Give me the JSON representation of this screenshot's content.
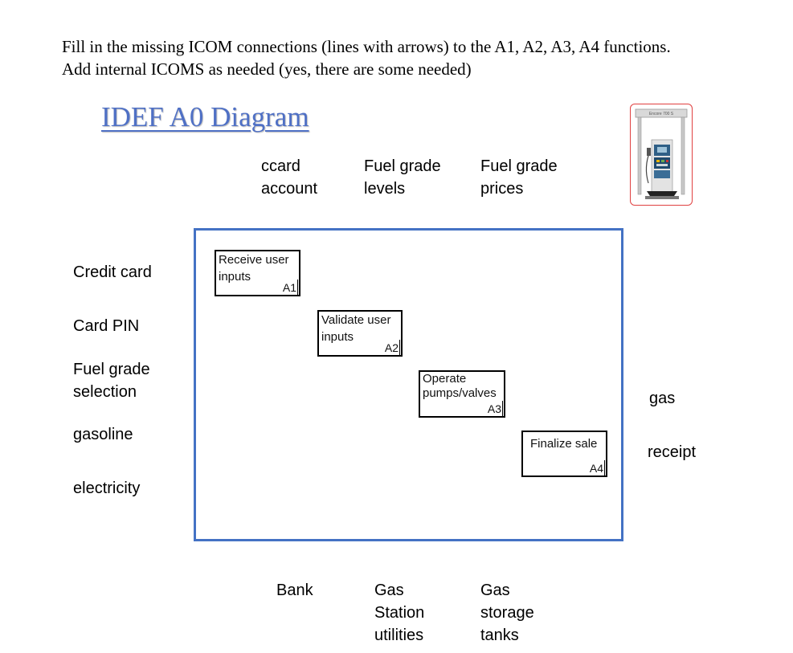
{
  "instructions": {
    "line1": "Fill in the missing ICOM connections (lines with arrows) to the A1, A2, A3, A4 functions.",
    "line2": "Add internal ICOMS as needed (yes, there are some needed)"
  },
  "title": "IDEF A0 Diagram",
  "controls": [
    {
      "label": "ccard\naccount"
    },
    {
      "label": "Fuel grade\nlevels"
    },
    {
      "label": "Fuel grade\nprices"
    }
  ],
  "inputs": [
    {
      "label": "Credit card"
    },
    {
      "label": "Card PIN"
    },
    {
      "label": "Fuel grade\nselection"
    },
    {
      "label": "gasoline"
    },
    {
      "label": "electricity"
    }
  ],
  "outputs": [
    {
      "label": "gas"
    },
    {
      "label": "receipt"
    }
  ],
  "mechanisms": [
    {
      "label": "Bank"
    },
    {
      "label": "Gas\nStation\nutilities"
    },
    {
      "label": "Gas\nstorage\ntanks"
    }
  ],
  "functions": [
    {
      "name": "Receive user\ninputs",
      "code": "A1"
    },
    {
      "name": "Validate user\ninputs",
      "code": "A2"
    },
    {
      "name": "Operate\npumps/valves",
      "code": "A3"
    },
    {
      "name": "Finalize sale",
      "code": "A4"
    }
  ],
  "pump_image": {
    "brand_text": "Encore 700 S",
    "icon": "gas-pump-icon"
  },
  "colors": {
    "title": "#4f70c5",
    "frame": "#4472c4",
    "pump_border": "#e04040"
  }
}
